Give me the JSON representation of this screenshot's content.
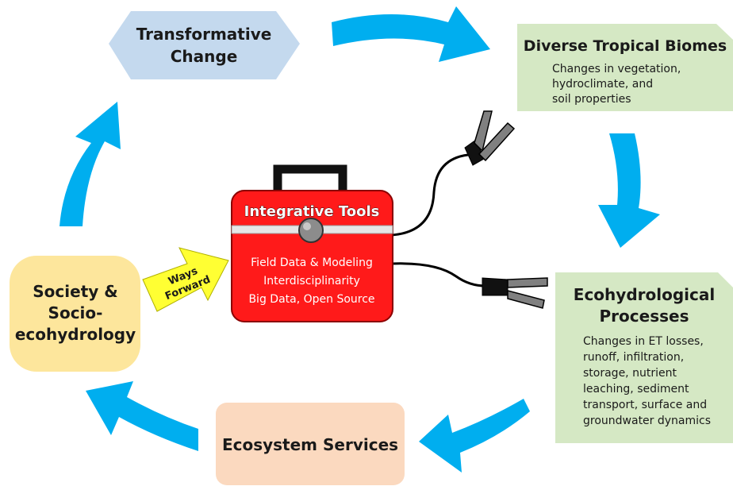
{
  "colors": {
    "arrow": "#00aeef",
    "hexagon": "#c4d9ee",
    "green_box": "#d5e8c4",
    "orange_box": "#fbd9bf",
    "yellow_box": "#fde69c",
    "toolbox": "#ff1a1a",
    "ways_arrow": "#ffff33"
  },
  "nodes": {
    "transformative": {
      "title_lines": [
        "Transformative",
        "Change"
      ]
    },
    "biomes": {
      "title": "Diverse Tropical Biomes",
      "detail_lines": [
        "Changes in vegetation,",
        "hydroclimate, and",
        "soil properties"
      ]
    },
    "eco": {
      "title_lines": [
        "Ecohydrological",
        "Processes"
      ],
      "detail_lines": [
        "Changes in ET losses,",
        "runoff, infiltration,",
        "storage, nutrient",
        "leaching, sediment",
        "transport, surface and",
        "groundwater dynamics"
      ]
    },
    "services": {
      "title": "Ecosystem Services"
    },
    "society": {
      "title_lines": [
        "Society &",
        "Socio-",
        "ecohydrology"
      ]
    },
    "toolbox": {
      "title": "Integrative Tools",
      "lines": [
        "Field Data & Modeling",
        "Interdisciplinarity",
        "Big Data, Open Source"
      ]
    },
    "ways": {
      "lines": [
        "Ways",
        "Forward"
      ]
    }
  }
}
